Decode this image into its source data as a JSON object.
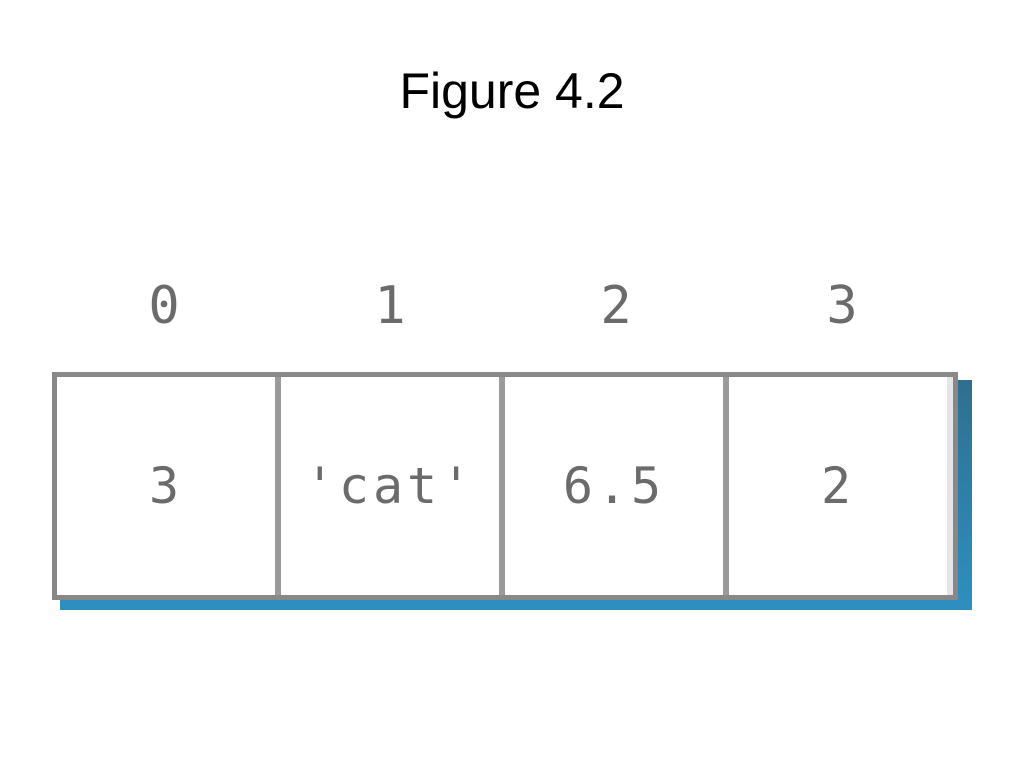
{
  "title": "Figure 4.2",
  "indices": [
    "0",
    "1",
    "2",
    "3"
  ],
  "cells": [
    "3",
    "'cat'",
    "6.5",
    "2"
  ],
  "colors": {
    "border": "#888888",
    "shadow": "#2e8fc0",
    "text": "#6b6b6b"
  }
}
